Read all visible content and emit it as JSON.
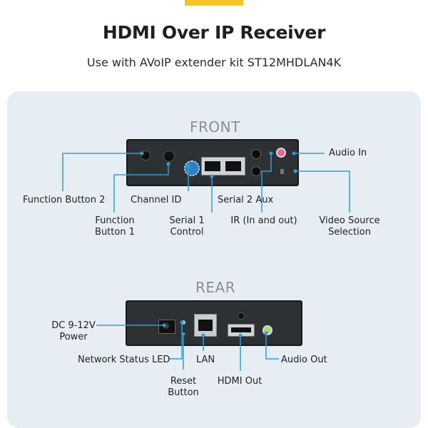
{
  "header": {
    "title": "HDMI Over IP Receiver",
    "subtitle": "Use with AVoIP extender kit ST12MHDLAN4K"
  },
  "colors": {
    "accent": "#f5c527",
    "callout_line": "#2a9fd8",
    "panel_bg": "#e7eef3",
    "device_body": "#2e3134"
  },
  "front": {
    "heading": "FRONT",
    "labels": {
      "audio_in": "Audio In",
      "function_button_2": "Function Button 2",
      "channel_id": "Channel ID",
      "serial_2_aux": "Serial 2 Aux",
      "function_button_1": [
        "Function",
        "Button 1"
      ],
      "serial_1_control": [
        "Serial 1",
        "Control"
      ],
      "ir": "IR (In and out)",
      "video_source": [
        "Video Source",
        "Selection"
      ]
    }
  },
  "rear": {
    "heading": "REAR",
    "labels": {
      "dc_power": [
        "DC 9-12V",
        "Power"
      ],
      "network_status_led": "Network Status LED",
      "lan": "LAN",
      "hdmi_out": "HDMI Out",
      "audio_out": "Audio Out",
      "reset_button": [
        "Reset",
        "Button"
      ]
    }
  }
}
